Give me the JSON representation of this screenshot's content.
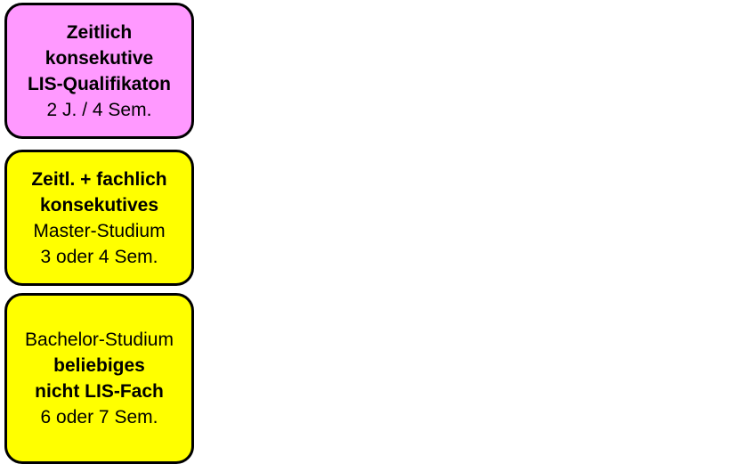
{
  "colors": {
    "pink": "#ff99ff",
    "yellow": "#ffff00",
    "border": "#000000"
  },
  "boxes": [
    {
      "color": "pink",
      "lines": [
        {
          "text": "Zeitlich",
          "bold": true
        },
        {
          "text": "konsekutive",
          "bold": true
        },
        {
          "text": "LIS-Qualifikaton",
          "bold": true
        },
        {
          "text": "2 J. / 4 Sem.",
          "bold": false
        }
      ]
    },
    {
      "color": "yellow",
      "lines": [
        {
          "text": "Zeitl. + fachlich",
          "bold": true
        },
        {
          "text": "konsekutives",
          "bold": true
        },
        {
          "text": "Master-Studium",
          "bold": false
        },
        {
          "text": "3 oder 4 Sem.",
          "bold": false
        }
      ]
    },
    {
      "color": "yellow",
      "lines": [
        {
          "text": "Bachelor-Studium",
          "bold": false
        },
        {
          "text": "beliebiges",
          "bold": true
        },
        {
          "text": "nicht LIS-Fach",
          "bold": true
        },
        {
          "text": "6 oder 7 Sem.",
          "bold": false
        }
      ]
    }
  ]
}
